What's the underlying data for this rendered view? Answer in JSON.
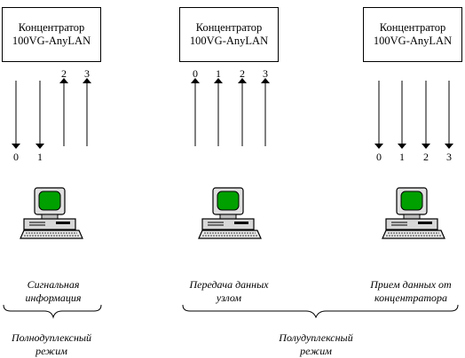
{
  "hubs": [
    {
      "line1": "Концентратор",
      "line2": "100VG-AnyLAN"
    },
    {
      "line1": "Концентратор",
      "line2": "100VG-AnyLAN"
    },
    {
      "line1": "Концентратор",
      "line2": "100VG-AnyLAN"
    }
  ],
  "groups": [
    {
      "pairs": [
        [
          "0",
          "down"
        ],
        [
          "1",
          "down"
        ],
        [
          "2",
          "up"
        ],
        [
          "3",
          "up"
        ]
      ]
    },
    {
      "pairs": [
        [
          "0",
          "up"
        ],
        [
          "1",
          "up"
        ],
        [
          "2",
          "up"
        ],
        [
          "3",
          "up"
        ]
      ]
    },
    {
      "pairs": [
        [
          "0",
          "down"
        ],
        [
          "1",
          "down"
        ],
        [
          "2",
          "down"
        ],
        [
          "3",
          "down"
        ]
      ]
    }
  ],
  "captions": {
    "signal": {
      "line1": "Сигнальная",
      "line2": "информация"
    },
    "node_tx": {
      "line1": "Передача данных",
      "line2": "узлом"
    },
    "hub_rx": {
      "line1": "Прием данных от",
      "line2": "концентратора"
    },
    "full_duplex": {
      "line1": "Полнодуплексный",
      "line2": "режим"
    },
    "half_duplex": {
      "line1": "Полудуплексный",
      "line2": "режим"
    }
  },
  "colors": {
    "screen": "#00a000",
    "line": "#000000"
  }
}
